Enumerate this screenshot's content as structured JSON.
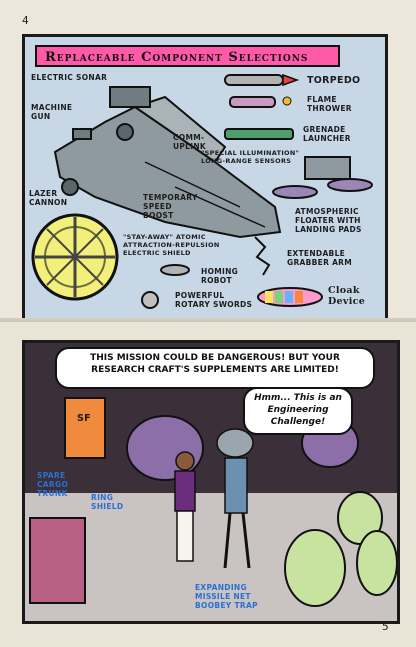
{
  "page_numbers": {
    "top": "4",
    "bottom": "5"
  },
  "panel1": {
    "title": "Replaceable Component Selections",
    "labels": {
      "electric_sonar": "Electric Sonar",
      "machine_gun": "Machine Gun",
      "comm_uplink": "Comm-Uplink",
      "special_sensors": "\"Special Illumination\" Long-Range Sensors",
      "lazer_cannon": "Lazer Cannon",
      "temporary_speed_boost": "Temporary Speed Boost",
      "electric_shield": "\"Stay-Away\" Atomic Attraction-Repulsion Electric Shield",
      "homing_robot": "Homing Robot",
      "rotary_swords": "Powerful Rotary Swords",
      "torpedo": "Torpedo",
      "flame_thrower": "Flame Thrower",
      "grenade_launcher": "Grenade Launcher",
      "atmospheric_floater": "Atmospheric Floater with Landing Pads",
      "grabber_arm": "Extendable Grabber Arm",
      "cloak_device": "Cloak Device"
    }
  },
  "panel2": {
    "bubble_top": "This mission could be dangerous! But your research craft's supplements are limited!",
    "bubble_robot": "Hmm... This is an Engineering Challenge!",
    "sign": "SF",
    "labels": {
      "spare_cargo_trunk": "Spare Cargo Trunk",
      "ring_shield": "Ring Shield",
      "missile_net": "Expanding Missile Net Boobey Trap"
    }
  },
  "colors": {
    "title_bar": "#ff5aa8",
    "panel1_bg": "#c7d7e6",
    "panel2_bg": "#b7a3b7",
    "label_blue": "#2c6fd4"
  }
}
